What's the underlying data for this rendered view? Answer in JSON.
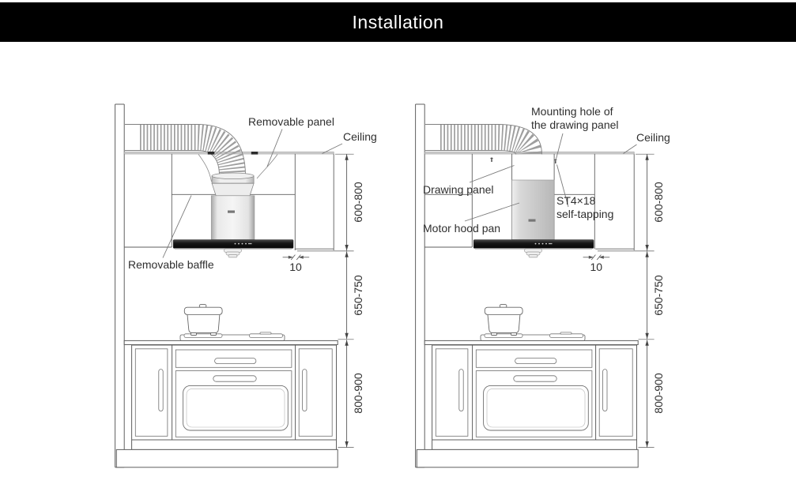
{
  "title": "Installation",
  "colors": {
    "title_bar": "#000000",
    "title_text": "#ffffff",
    "line": "#5f5f5f",
    "hood_panel": "#1c1c1c",
    "duct_rib": "#9e9e9e"
  },
  "left_diagram": {
    "labels": {
      "removable_panel": "Removable panel",
      "ceiling": "Ceiling",
      "removable_baffle": "Removable baffle",
      "gap": "10",
      "dim_top": "600-800",
      "dim_mid": "650-750",
      "dim_bottom": "800-900"
    }
  },
  "right_diagram": {
    "labels": {
      "mounting_hole_1": "Mounting hole of",
      "mounting_hole_2": "the drawing panel",
      "ceiling": "Ceiling",
      "drawing_panel": "Drawing panel",
      "motor_hood_panel": "Motor hood pan",
      "screw_1": "ST4×18",
      "screw_2": "self-tapping",
      "gap": "10",
      "dim_top": "600-800",
      "dim_mid": "650-750",
      "dim_bottom": "800-900"
    }
  }
}
